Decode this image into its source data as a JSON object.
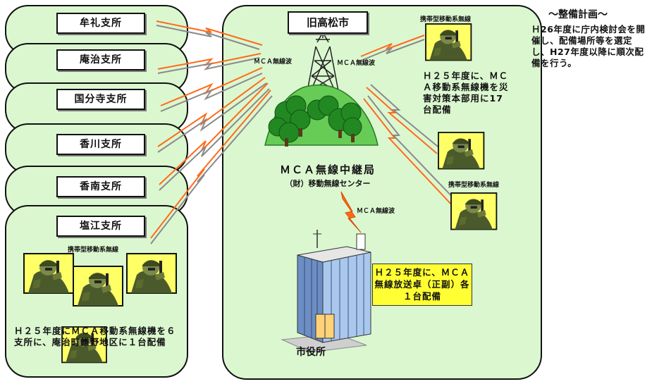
{
  "plan": {
    "title": "～整備計画～",
    "body": "Ｈ26年度に庁内検討会を開催し、配備場所等を選定し、H27年度以降に順次配備を行う。"
  },
  "city": {
    "label": "旧高松市",
    "relay_title": "ＭＣＡ無線中継局",
    "relay_sub": "（財）移動無線センター",
    "wave_left": "ＭＣＡ無線波",
    "wave_right": "ＭＣＡ無線波",
    "wave_down": "ＭＣＡ無線波",
    "portable_top": "携帯型移動系無線",
    "portable_right": "携帯型移動系無線",
    "note_portable": "Ｈ２５年度に、ＭＣＡ移動系無線機を災害対策本部用に17台配備",
    "note_station": "Ｈ２５年度に、ＭＣＡ無線放送卓（正副）各１台配備",
    "city_hall": "市役所"
  },
  "branches": {
    "items": [
      "牟礼支所",
      "庵治支所",
      "国分寺支所",
      "香川支所",
      "香南支所",
      "塩江支所"
    ],
    "portable_label": "携帯型移動系無線",
    "note": "Ｈ２５年度にＭＣＡ移動系無線機を６支所に、庵治町鎌野地区に１台配備"
  },
  "colors": {
    "panel": "#dbf7d0",
    "panel_border": "#111111",
    "wave_orange": "#ff6a1a",
    "wave_gray": "#8a8a8a",
    "hill": "#66cc55",
    "tree": "#228822",
    "note_yellow": "#ffff33",
    "person_bg": "#ffff66"
  }
}
